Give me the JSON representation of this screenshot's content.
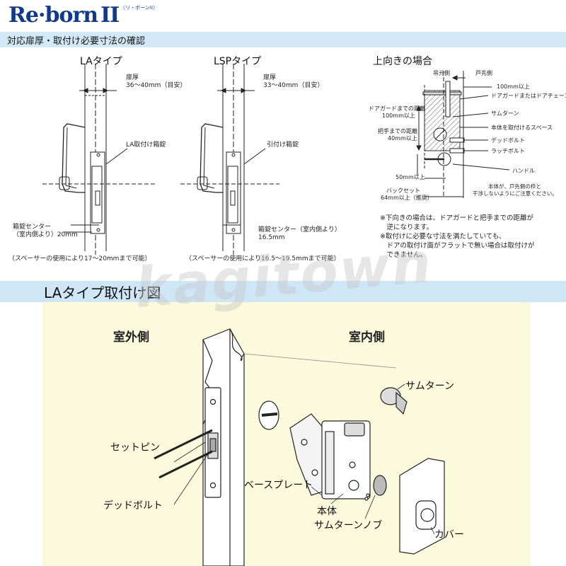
{
  "brand": {
    "main": "Re·born",
    "suffix": "II",
    "sub": "〈リ・ボーンII〉"
  },
  "header": {
    "title": "対応扉厚・取付け必要寸法の確認"
  },
  "la_type": {
    "title": "LAタイプ",
    "door_thickness_label": "扉厚",
    "door_thickness_value": "36〜40mm（目安）",
    "case_label": "LA取付け箱錠",
    "center_label_line1": "箱錠センター",
    "center_label_line2": "（室内側より）20mm",
    "spacer_note": "（スペーサーの使用により17〜20mmまで可能）"
  },
  "lsp_type": {
    "title": "LSPタイプ",
    "door_thickness_label": "扉厚",
    "door_thickness_value": "33〜40mm（目安）",
    "case_label": "引付け箱錠",
    "center_label_line1": "箱錠センター（室内側より）",
    "center_label_line2": "16.5mm",
    "spacer_note": "（スペーサーの使用により16.5〜19.5mmまで可能）"
  },
  "upward": {
    "title": "上向きの場合",
    "hinge_side": "吊元側",
    "door_edge_side": "戸先側",
    "dim_100_top": "100mm以上",
    "door_guard_label": "ドアガードまたはドアチェーン",
    "guard_distance_line1": "ドアガードまでの距離",
    "guard_distance_line2": "100mm以上",
    "thumbturn_label": "サムターン",
    "body_space_label": "本体を取付けるスペース",
    "handle_distance_line1": "把手までの距離",
    "handle_distance_line2": "40mm以上",
    "deadbolt_label": "デッドボルト",
    "latchbolt_label": "ラッチボルト",
    "dim_50": "50mm以上",
    "handle_label": "ハンドル",
    "backset_line1": "バックセット",
    "backset_line2": "64mm以上（推奨）",
    "frame_note_line1": "本体が、戸先側の枠と",
    "frame_note_line2": "干渉しないようにご注意ください。",
    "notes": [
      "※下向きの場合は、ドアガードと把手までの距離が",
      "　逆になります。",
      "※取付けに必要な寸法を満たしていても、",
      "　ドアの取付け面がフラットで無い場合は取付けが",
      "　できません。"
    ]
  },
  "watermark": "kagitown",
  "install": {
    "title": "LAタイプ取付け図",
    "outside_label": "室外側",
    "inside_label": "室内側",
    "parts": {
      "thumbturn": "サムターン",
      "set_pin": "セットピン",
      "base_plate": "ベースプレート",
      "deadbolt": "デッドボルト",
      "body": "本体",
      "thumbturn_knob": "サムターンノブ",
      "cover": "カバー"
    }
  },
  "colors": {
    "brand": "#123a8c",
    "header_bg": "#d3e9f7",
    "panel_bg": "#fbfadc",
    "hatch": "#555555"
  }
}
